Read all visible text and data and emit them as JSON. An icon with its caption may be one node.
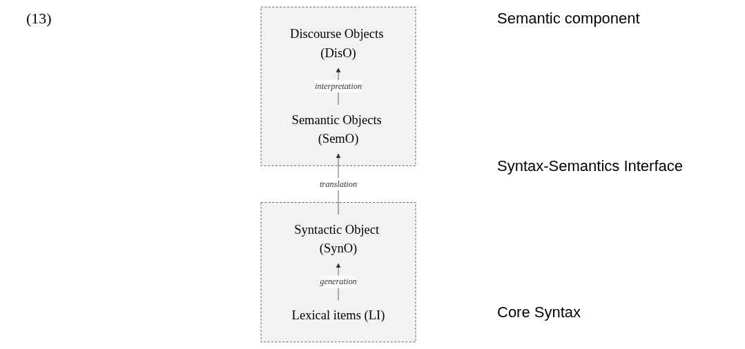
{
  "diagram": {
    "nodes": [
      {
        "text": [],
        "shape": "box"
      },
      {
        "text": [
          "Discourse Objects (DisO)"
        ],
        "in": 0
      },
      {
        "text": [
          "Semantic Objects (SemO)"
        ],
        "in": 0
      },
      {
        "text": [],
        "shape": "box"
      },
      {
        "text": [
          "Syntactic Object (SynO)"
        ],
        "in": 3
      },
      {
        "text": [
          "Lexical items (LI)"
        ],
        "in": 3
      }
    ],
    "edges": [
      {
        "from": 2,
        "to": 1,
        "arrow": "to",
        "label": "interpretation"
      },
      {
        "from": 4,
        "to": 2,
        "arrow": "to",
        "label": "translation"
      },
      {
        "from": 5,
        "to": 4,
        "arrow": "to",
        "label": "generation"
      }
    ],
    "labels": [
      "(13)",
      "Semantic component",
      "Syntax-Semantics Interface",
      "Core Syntax"
    ]
  }
}
